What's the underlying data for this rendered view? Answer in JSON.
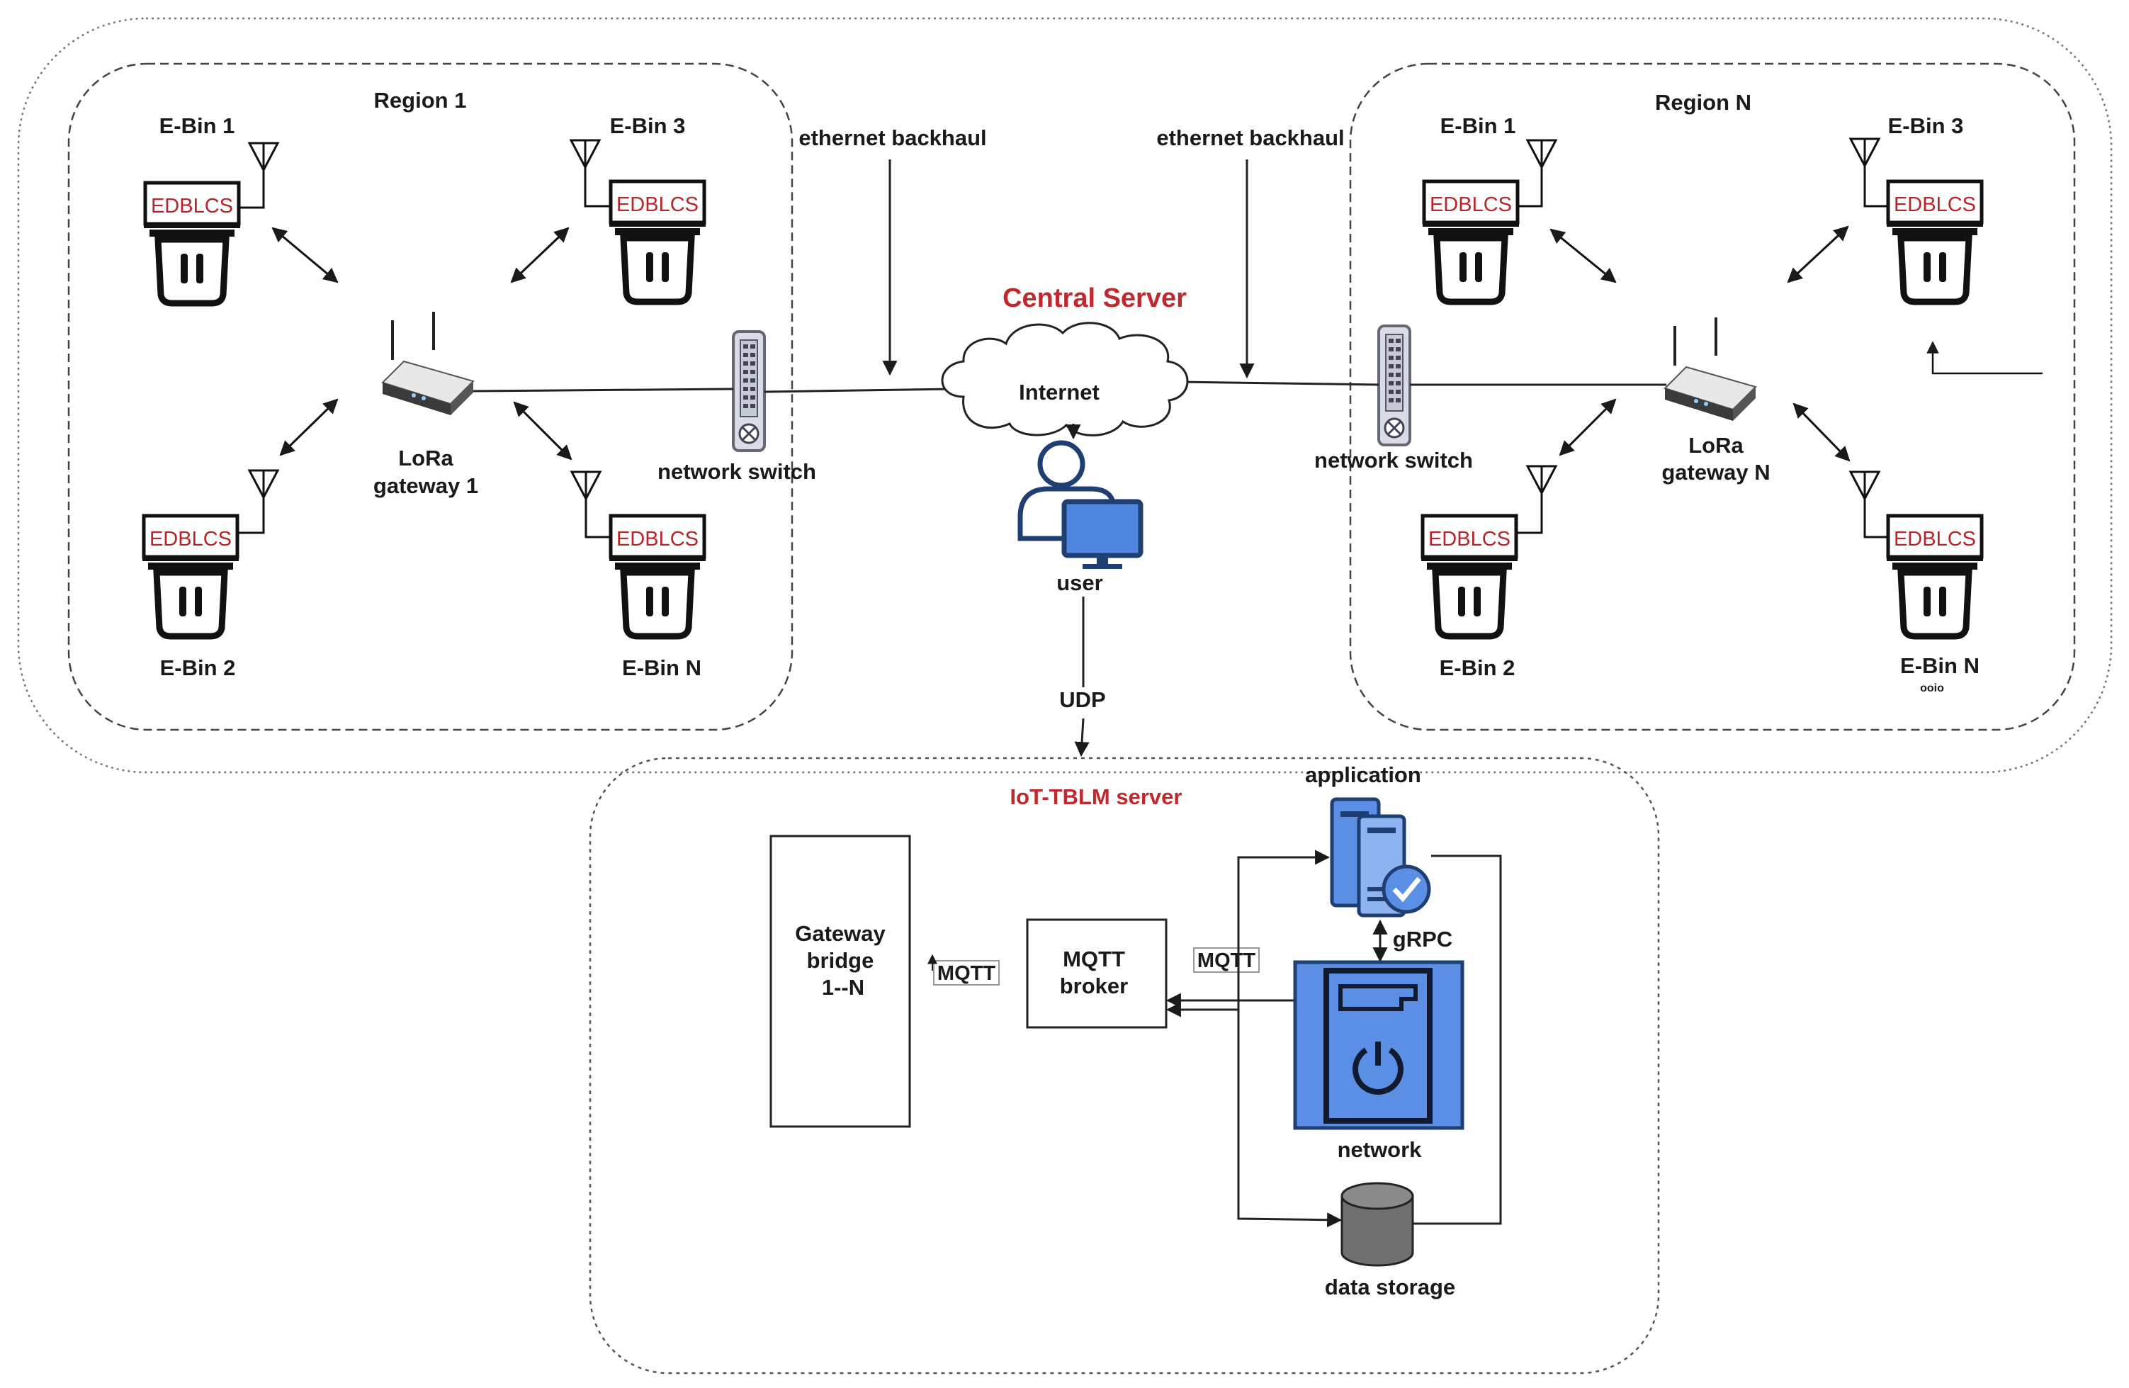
{
  "central_server": {
    "title": "Central Server",
    "title_color": "#c0282d"
  },
  "region1": {
    "title": "Region 1",
    "bins": [
      {
        "name": "E-Bin 1",
        "display": "EDBLCS"
      },
      {
        "name": "E-Bin 3",
        "display": "EDBLCS"
      },
      {
        "name": "E-Bin 2",
        "display": "EDBLCS"
      },
      {
        "name": "E-Bin N",
        "display": "EDBLCS"
      }
    ],
    "gateway_line1": "LoRa",
    "gateway_line2": "gateway 1",
    "switch": "network switch",
    "backhaul": "ethernet backhaul"
  },
  "regionN": {
    "title": "Region N",
    "bins": [
      {
        "name": "E-Bin 1",
        "display": "EDBLCS"
      },
      {
        "name": "E-Bin 3",
        "display": "EDBLCS"
      },
      {
        "name": "E-Bin 2",
        "display": "EDBLCS"
      },
      {
        "name": "E-Bin N",
        "display": "EDBLCS"
      }
    ],
    "bin_n_note": "ooio",
    "gateway_line1": "LoRa",
    "gateway_line2": "gateway N",
    "switch": "network switch",
    "backhaul": "ethernet backhaul"
  },
  "internet": "Internet",
  "user": "user",
  "udp": "UDP",
  "iot_server": {
    "title": "IoT-TBLM server",
    "title_color": "#c0282d",
    "gateway_bridge": [
      "Gateway",
      "bridge",
      "1--N"
    ],
    "mqtt_left": "MQTT",
    "mqtt_right": "MQTT",
    "broker": [
      "MQTT",
      "broker"
    ],
    "application": "application",
    "grpc": "gRPC",
    "network": "network",
    "data_storage": "data storage"
  },
  "colors": {
    "accent_blue": "#5b8fe6",
    "server_blue": "#5b8fe6",
    "icon_navy": "#1f3f73"
  }
}
